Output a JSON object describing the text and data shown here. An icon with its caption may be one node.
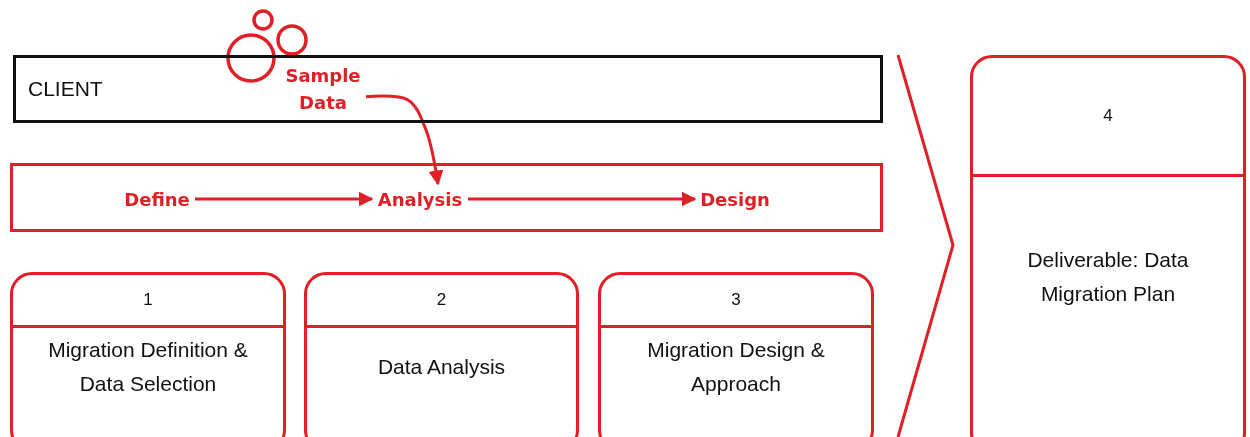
{
  "diagram": {
    "nodes": [
      {
        "text": [
          "CLIENT"
        ]
      },
      {
        "text": [
          "Sample Data"
        ],
        "in": 0
      },
      {
        "text": [],
        "shape": "box"
      },
      {
        "text": [
          "Define"
        ],
        "in": 2
      },
      {
        "text": [
          "Analysis"
        ],
        "in": 2
      },
      {
        "text": [
          "Design"
        ],
        "in": 2
      },
      {
        "text": [
          "1",
          "Migration Definition & Data Selection"
        ]
      },
      {
        "text": [
          "2",
          "Data Analysis"
        ]
      },
      {
        "text": [
          "3",
          "Migration Design & Approach"
        ]
      },
      {
        "text": [
          "4",
          "Deliverable: Data Migration Plan"
        ]
      }
    ],
    "edges": [
      {
        "from": 1,
        "to": 4,
        "arrow": "to"
      },
      {
        "from": 3,
        "to": 4,
        "arrow": "to"
      },
      {
        "from": 4,
        "to": 5,
        "arrow": "to"
      }
    ]
  }
}
